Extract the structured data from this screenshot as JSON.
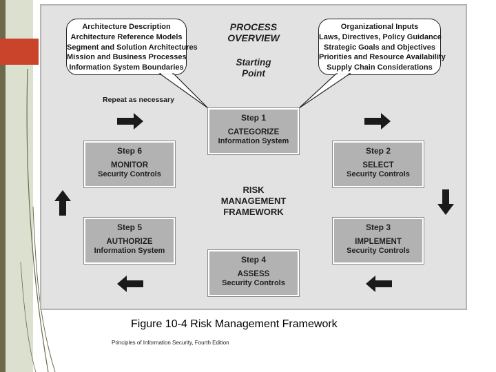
{
  "colors": {
    "panel": "#e2e2e2",
    "step_box": "#b2b2b2",
    "accent_red": "#c9442a",
    "olive": "#6d6a4a"
  },
  "diagram": {
    "title": [
      "PROCESS",
      "OVERVIEW"
    ],
    "start_label": [
      "Starting",
      "Point"
    ],
    "center_label": [
      "RISK",
      "MANAGEMENT",
      "FRAMEWORK"
    ],
    "repeat_label": "Repeat as necessary",
    "left_callout": [
      "Architecture Description",
      "Architecture Reference Models",
      "Segment and Solution Architectures",
      "Mission and Business Processes",
      "Information System Boundaries"
    ],
    "right_callout": [
      "Organizational Inputs",
      "Laws, Directives, Policy Guidance",
      "Strategic Goals and Objectives",
      "Priorities and Resource Availability",
      "Supply Chain Considerations"
    ],
    "steps": [
      {
        "step": "Step 1",
        "action": "CATEGORIZE",
        "object": "Information System"
      },
      {
        "step": "Step 2",
        "action": "SELECT",
        "object": "Security Controls"
      },
      {
        "step": "Step 3",
        "action": "IMPLEMENT",
        "object": "Security Controls"
      },
      {
        "step": "Step 4",
        "action": "ASSESS",
        "object": "Security Controls"
      },
      {
        "step": "Step 5",
        "action": "AUTHORIZE",
        "object": "Information System"
      },
      {
        "step": "Step 6",
        "action": "MONITOR",
        "object": "Security Controls"
      }
    ],
    "arrows": [
      "arrow-right",
      "arrow-right",
      "arrow-down",
      "arrow-left",
      "arrow-left",
      "arrow-up"
    ]
  },
  "caption": "Figure 10-4 Risk Management Framework",
  "source": "Principles of Information Security, Fourth Edition"
}
